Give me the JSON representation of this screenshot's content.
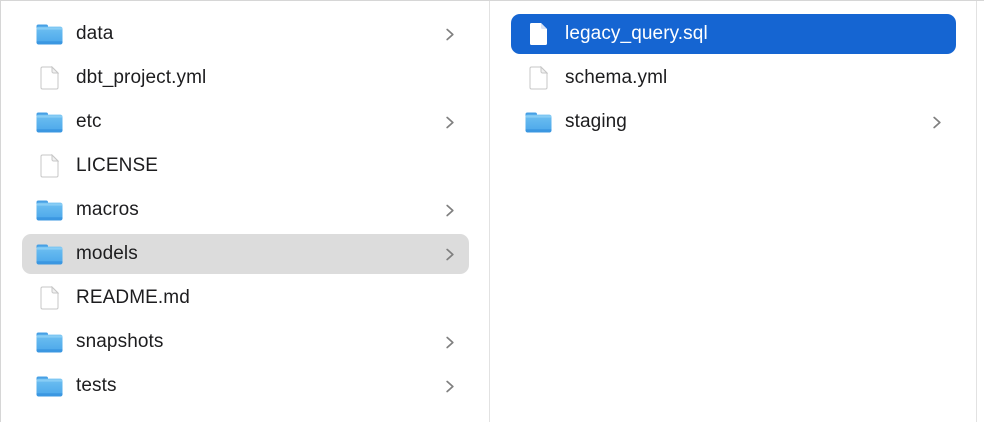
{
  "window": {
    "view": "finder-column-view"
  },
  "columns": [
    {
      "name": "left-column",
      "items": [
        {
          "label": "data",
          "type": "folder",
          "chevron": true,
          "selected": "none"
        },
        {
          "label": "dbt_project.yml",
          "type": "file",
          "chevron": false,
          "selected": "none"
        },
        {
          "label": "etc",
          "type": "folder",
          "chevron": true,
          "selected": "none"
        },
        {
          "label": "LICENSE",
          "type": "file",
          "chevron": false,
          "selected": "none"
        },
        {
          "label": "macros",
          "type": "folder",
          "chevron": true,
          "selected": "none"
        },
        {
          "label": "models",
          "type": "folder",
          "chevron": true,
          "selected": "inactive"
        },
        {
          "label": "README.md",
          "type": "file",
          "chevron": false,
          "selected": "none"
        },
        {
          "label": "snapshots",
          "type": "folder",
          "chevron": true,
          "selected": "none"
        },
        {
          "label": "tests",
          "type": "folder",
          "chevron": true,
          "selected": "none"
        }
      ]
    },
    {
      "name": "right-column",
      "items": [
        {
          "label": "legacy_query.sql",
          "type": "file",
          "chevron": false,
          "selected": "active"
        },
        {
          "label": "schema.yml",
          "type": "file",
          "chevron": false,
          "selected": "none"
        },
        {
          "label": "staging",
          "type": "folder",
          "chevron": true,
          "selected": "none"
        }
      ]
    }
  ],
  "colors": {
    "selection_active": "#1565d2",
    "selection_inactive": "#dcdcdc",
    "text": "#1d1d1f",
    "text_selected": "#ffffff",
    "chevron": "#7f7f7f",
    "divider": "#e2e2e2",
    "border": "#d6d6d6",
    "background": "#ffffff",
    "folder_blue_top": "#6fc0f1",
    "folder_blue_bottom": "#49a6ea"
  },
  "icons": {
    "folder": "folder-icon",
    "file": "file-icon",
    "chevron": "chevron-right-icon"
  }
}
